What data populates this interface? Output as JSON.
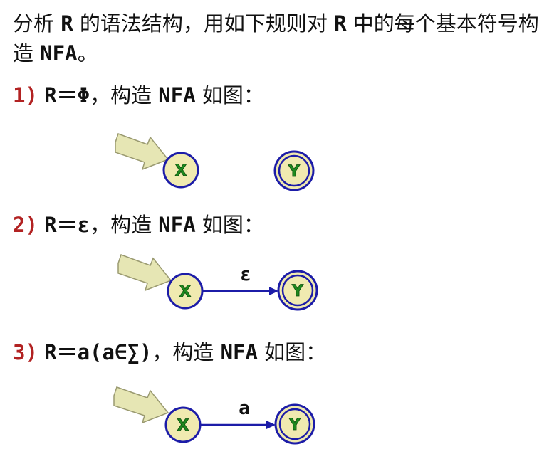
{
  "intro": {
    "part1": "分析 ",
    "r": "R",
    "part2": " 的语法结构，用如下规则对 ",
    "r2": "R",
    "part3": " 中的每个基本符号构造 ",
    "nfa": "NFA",
    "end": "。"
  },
  "rules": [
    {
      "num": "1)",
      "expr": "R＝Φ",
      "sep": "，构造 ",
      "nfa": "NFA",
      "tail": " 如图："
    },
    {
      "num": "2)",
      "expr": "R＝ε",
      "sep": "，构造 ",
      "nfa": "NFA",
      "tail": " 如图："
    },
    {
      "num": "3)",
      "expr": "R＝a(a∈∑)",
      "sep": "，构造 ",
      "nfa": "NFA",
      "tail": " 如图："
    }
  ],
  "diagrams": [
    {
      "start": "X",
      "final": "Y",
      "edge": ""
    },
    {
      "start": "X",
      "final": "Y",
      "edge": "ε"
    },
    {
      "start": "X",
      "final": "Y",
      "edge": "a"
    }
  ],
  "colors": {
    "state_fill": "#f0eab0",
    "state_stroke": "#1c1ca8",
    "label_x": "#1e8a1e",
    "label_y": "#1e8a1e",
    "arrow_fill": "#e6e6b4",
    "arrow_stroke": "#9a9a70",
    "edge": "#1c1ca8"
  }
}
